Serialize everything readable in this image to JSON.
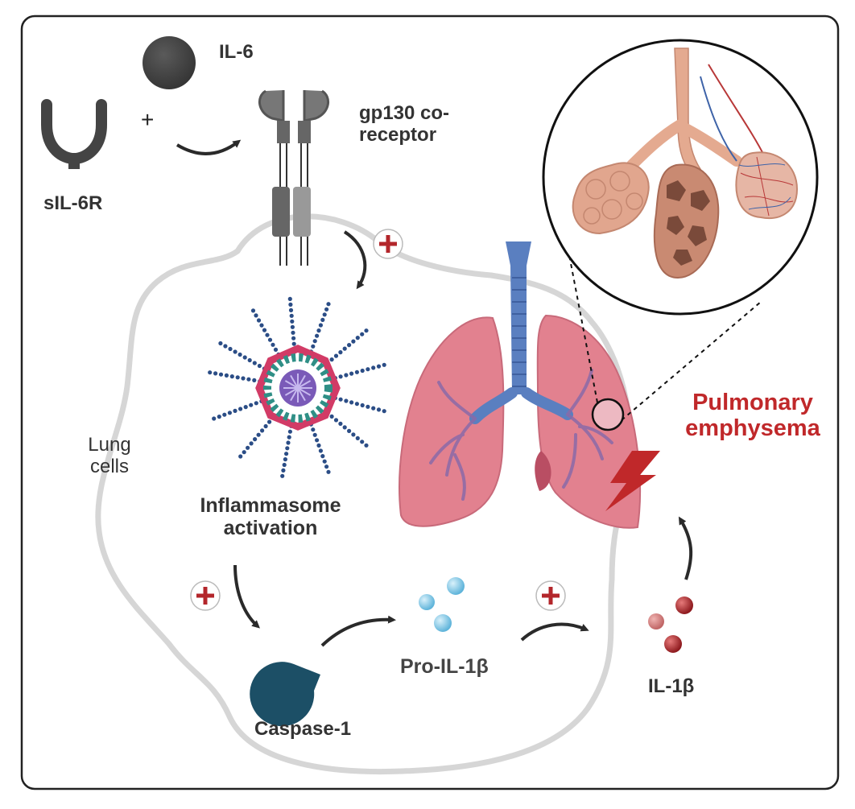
{
  "colors": {
    "frame": "#222222",
    "cell_outline": "#d6d6d6",
    "receptor_dark": "#555555",
    "receptor_light": "#8a8a8a",
    "inflammasome_outer": "#d23b66",
    "inflammasome_mid": "#2f8f86",
    "inflammasome_core": "#7a5ab8",
    "inflammasome_strands": "#2b4d86",
    "lung_tissue": "#e2818f",
    "trachea": "#5a7fc0",
    "caspase": "#1c4f66",
    "pro_il1b": "#7cc7e6",
    "il1b": "#b3262b",
    "plus_sign": "#b3262b",
    "alveoli": "#e1a68e",
    "emphysema_label": "#c0282a",
    "lightning": "#c0282a"
  },
  "labels": {
    "il6": "IL-6",
    "sil6r": "sIL-6R",
    "plus": "+",
    "gp130_line1": "gp130 co-",
    "gp130_line2": "receptor",
    "lung_cells_line1": "Lung",
    "lung_cells_line2": "cells",
    "inflammasome_line1": "Inflammasome",
    "inflammasome_line2": "activation",
    "caspase": "Caspase-1",
    "pro_il1b": "Pro-IL-1β",
    "il1b": "IL-1β",
    "emphysema_line1": "Pulmonary",
    "emphysema_line2": "emphysema"
  },
  "icons": {
    "il6": "il6-ball-icon",
    "sil6r": "y-receptor-icon",
    "gp130": "transmembrane-receptor-icon",
    "inflammasome": "inflammasome-complex-icon",
    "lungs": "lungs-icon",
    "alveoli": "alveoli-icon",
    "caspase": "pacman-enzyme-icon",
    "pro_il1b": "molecule-cluster-icon",
    "il1b": "molecule-cluster-icon",
    "lightning": "lightning-damage-icon",
    "plus": "plus-circle-icon",
    "arrow": "curved-arrow-icon"
  }
}
